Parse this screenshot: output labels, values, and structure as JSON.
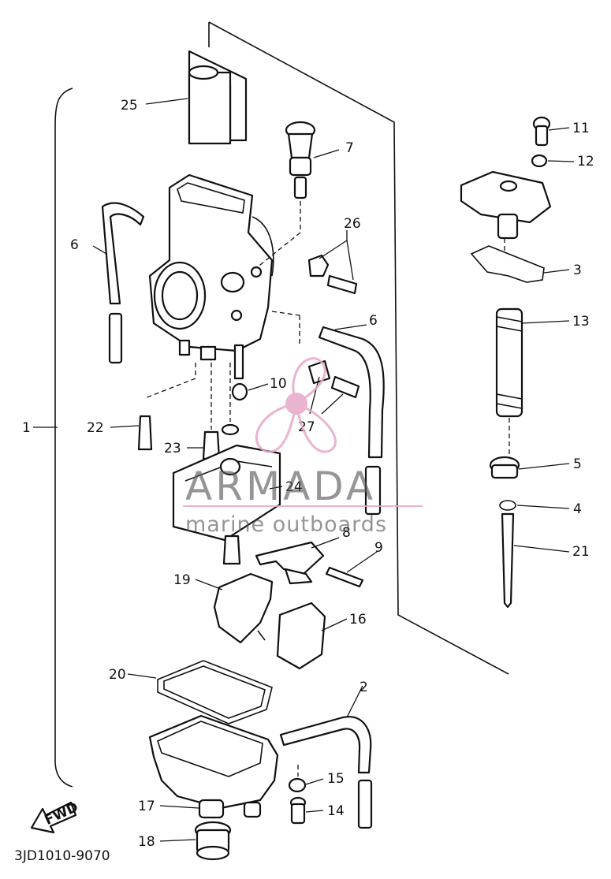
{
  "diagram": {
    "code": "3JD1010-9070",
    "fwd_label": "FWD",
    "callouts": [
      "1",
      "2",
      "3",
      "4",
      "5",
      "6",
      "6",
      "7",
      "8",
      "9",
      "10",
      "11",
      "12",
      "13",
      "14",
      "15",
      "16",
      "17",
      "18",
      "19",
      "20",
      "21",
      "22",
      "23",
      "24",
      "25",
      "26",
      "27"
    ]
  },
  "watermark": {
    "brand": "ARMADA",
    "tagline": "marine outboards",
    "color": "#e7a8c8"
  }
}
